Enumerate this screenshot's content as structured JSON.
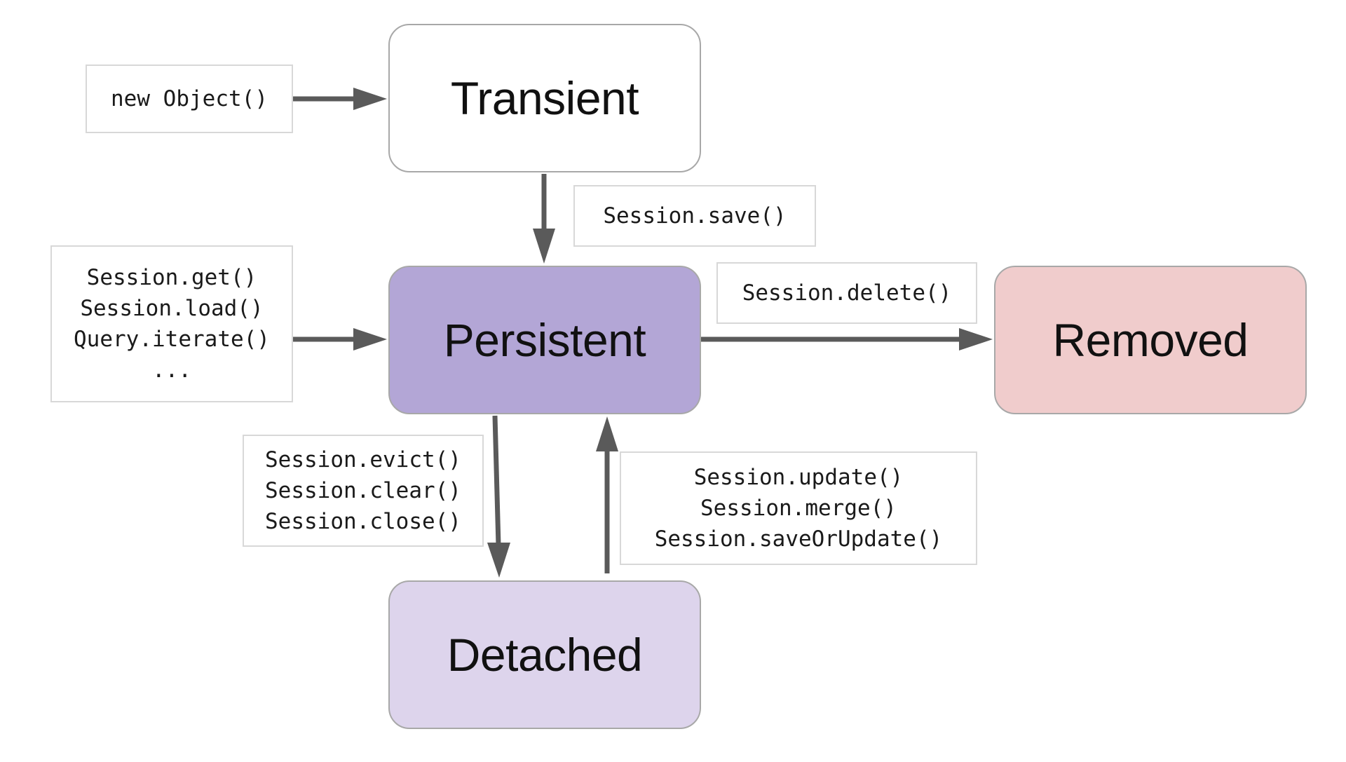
{
  "colors": {
    "transient_fill": "#ffffff",
    "persistent_fill": "#b3a6d6",
    "removed_fill": "#f0cccc",
    "detached_fill": "#ddd4ec",
    "arrow": "#5a5a5a"
  },
  "states": {
    "transient": "Transient",
    "persistent": "Persistent",
    "removed": "Removed",
    "detached": "Detached"
  },
  "transitions": {
    "new_object": {
      "from": "",
      "to": "Transient",
      "lines": [
        "new Object()"
      ]
    },
    "save": {
      "from": "Transient",
      "to": "Persistent",
      "lines": [
        "Session.save()"
      ]
    },
    "load": {
      "from": "",
      "to": "Persistent",
      "lines": [
        "Session.get()",
        "Session.load()",
        "Query.iterate()",
        "..."
      ]
    },
    "delete": {
      "from": "Persistent",
      "to": "Removed",
      "lines": [
        "Session.delete()"
      ]
    },
    "detach": {
      "from": "Persistent",
      "to": "Detached",
      "lines": [
        "Session.evict()",
        "Session.clear()",
        "Session.close()"
      ]
    },
    "reattach": {
      "from": "Detached",
      "to": "Persistent",
      "lines": [
        "Session.update()",
        "Session.merge()",
        "Session.saveOrUpdate()"
      ]
    }
  }
}
